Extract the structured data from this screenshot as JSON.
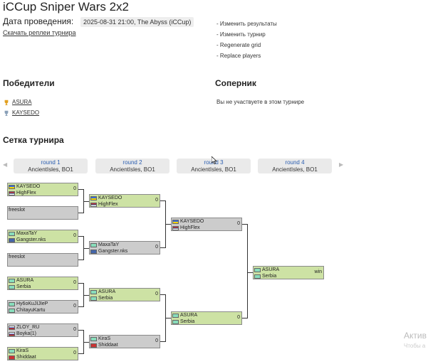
{
  "title": "iCCup Sniper Wars 2x2",
  "date": {
    "label": "Дата проведения:",
    "value": "2025-08-31 21:00, The Abyss (iCCup)"
  },
  "replay_link": "Скачать реплеи турнира",
  "admin_links": [
    "- Изменить результаты",
    "- Изменить турнир",
    "- Regenerate grid",
    "- Replace players"
  ],
  "winners": {
    "title": "Победители",
    "items": [
      "ASURA",
      "KAYSEDO"
    ]
  },
  "opponent": {
    "title": "Соперник",
    "text": "Вы не участвуете в этом турнире"
  },
  "bracket": {
    "title": "Сетка турнира",
    "rounds": [
      {
        "name": "round 1",
        "format": "AncientIsles, BO1"
      },
      {
        "name": "round 2",
        "format": "AncientIsles, BO1"
      },
      {
        "name": "round 3",
        "format": "AncientIsles, BO1"
      },
      {
        "name": "round 4",
        "format": "AncientIsles, BO1"
      }
    ],
    "r1": [
      {
        "p1": "KAYSEDO",
        "p2": "HighFlex",
        "score": "0",
        "state": "green"
      },
      {
        "p1": "freeslot",
        "p2": "",
        "score": "",
        "state": "gray"
      },
      {
        "p1": "MaxaTaY",
        "p2": "Gangster.nks",
        "score": "0",
        "state": "green"
      },
      {
        "p1": "freeslot",
        "p2": "",
        "score": "",
        "state": "gray"
      },
      {
        "p1": "ASURA",
        "p2": "Serbia",
        "score": "0",
        "state": "green"
      },
      {
        "p1": "Hy6oKuJIJIeP",
        "p2": "ChitayuKartu",
        "score": "0",
        "state": "gray"
      },
      {
        "p1": "ZLOY_RU",
        "p2": "Boyka(1)",
        "score": "0",
        "state": "gray"
      },
      {
        "p1": "KiraS",
        "p2": "Shiddaat",
        "score": "0",
        "state": "green"
      }
    ],
    "r2": [
      {
        "p1": "KAYSEDO",
        "p2": "HighFlex",
        "score": "0",
        "state": "green"
      },
      {
        "p1": "MaxaTaY",
        "p2": "Gangster.nks",
        "score": "0",
        "state": "gray"
      },
      {
        "p1": "ASURA",
        "p2": "Serbia",
        "score": "0",
        "state": "green"
      },
      {
        "p1": "KiraS",
        "p2": "Shiddaat",
        "score": "0",
        "state": "gray"
      }
    ],
    "r3": [
      {
        "p1": "KAYSEDO",
        "p2": "HighFlex",
        "score": "0",
        "state": "gray"
      },
      {
        "p1": "ASURA",
        "p2": "Serbia",
        "score": "0",
        "state": "green"
      }
    ],
    "r4": [
      {
        "p1": "ASURA",
        "p2": "Serbia",
        "score": "win",
        "state": "green"
      }
    ]
  },
  "watermark": {
    "line1": "Актив",
    "line2": "Чтобы а"
  }
}
